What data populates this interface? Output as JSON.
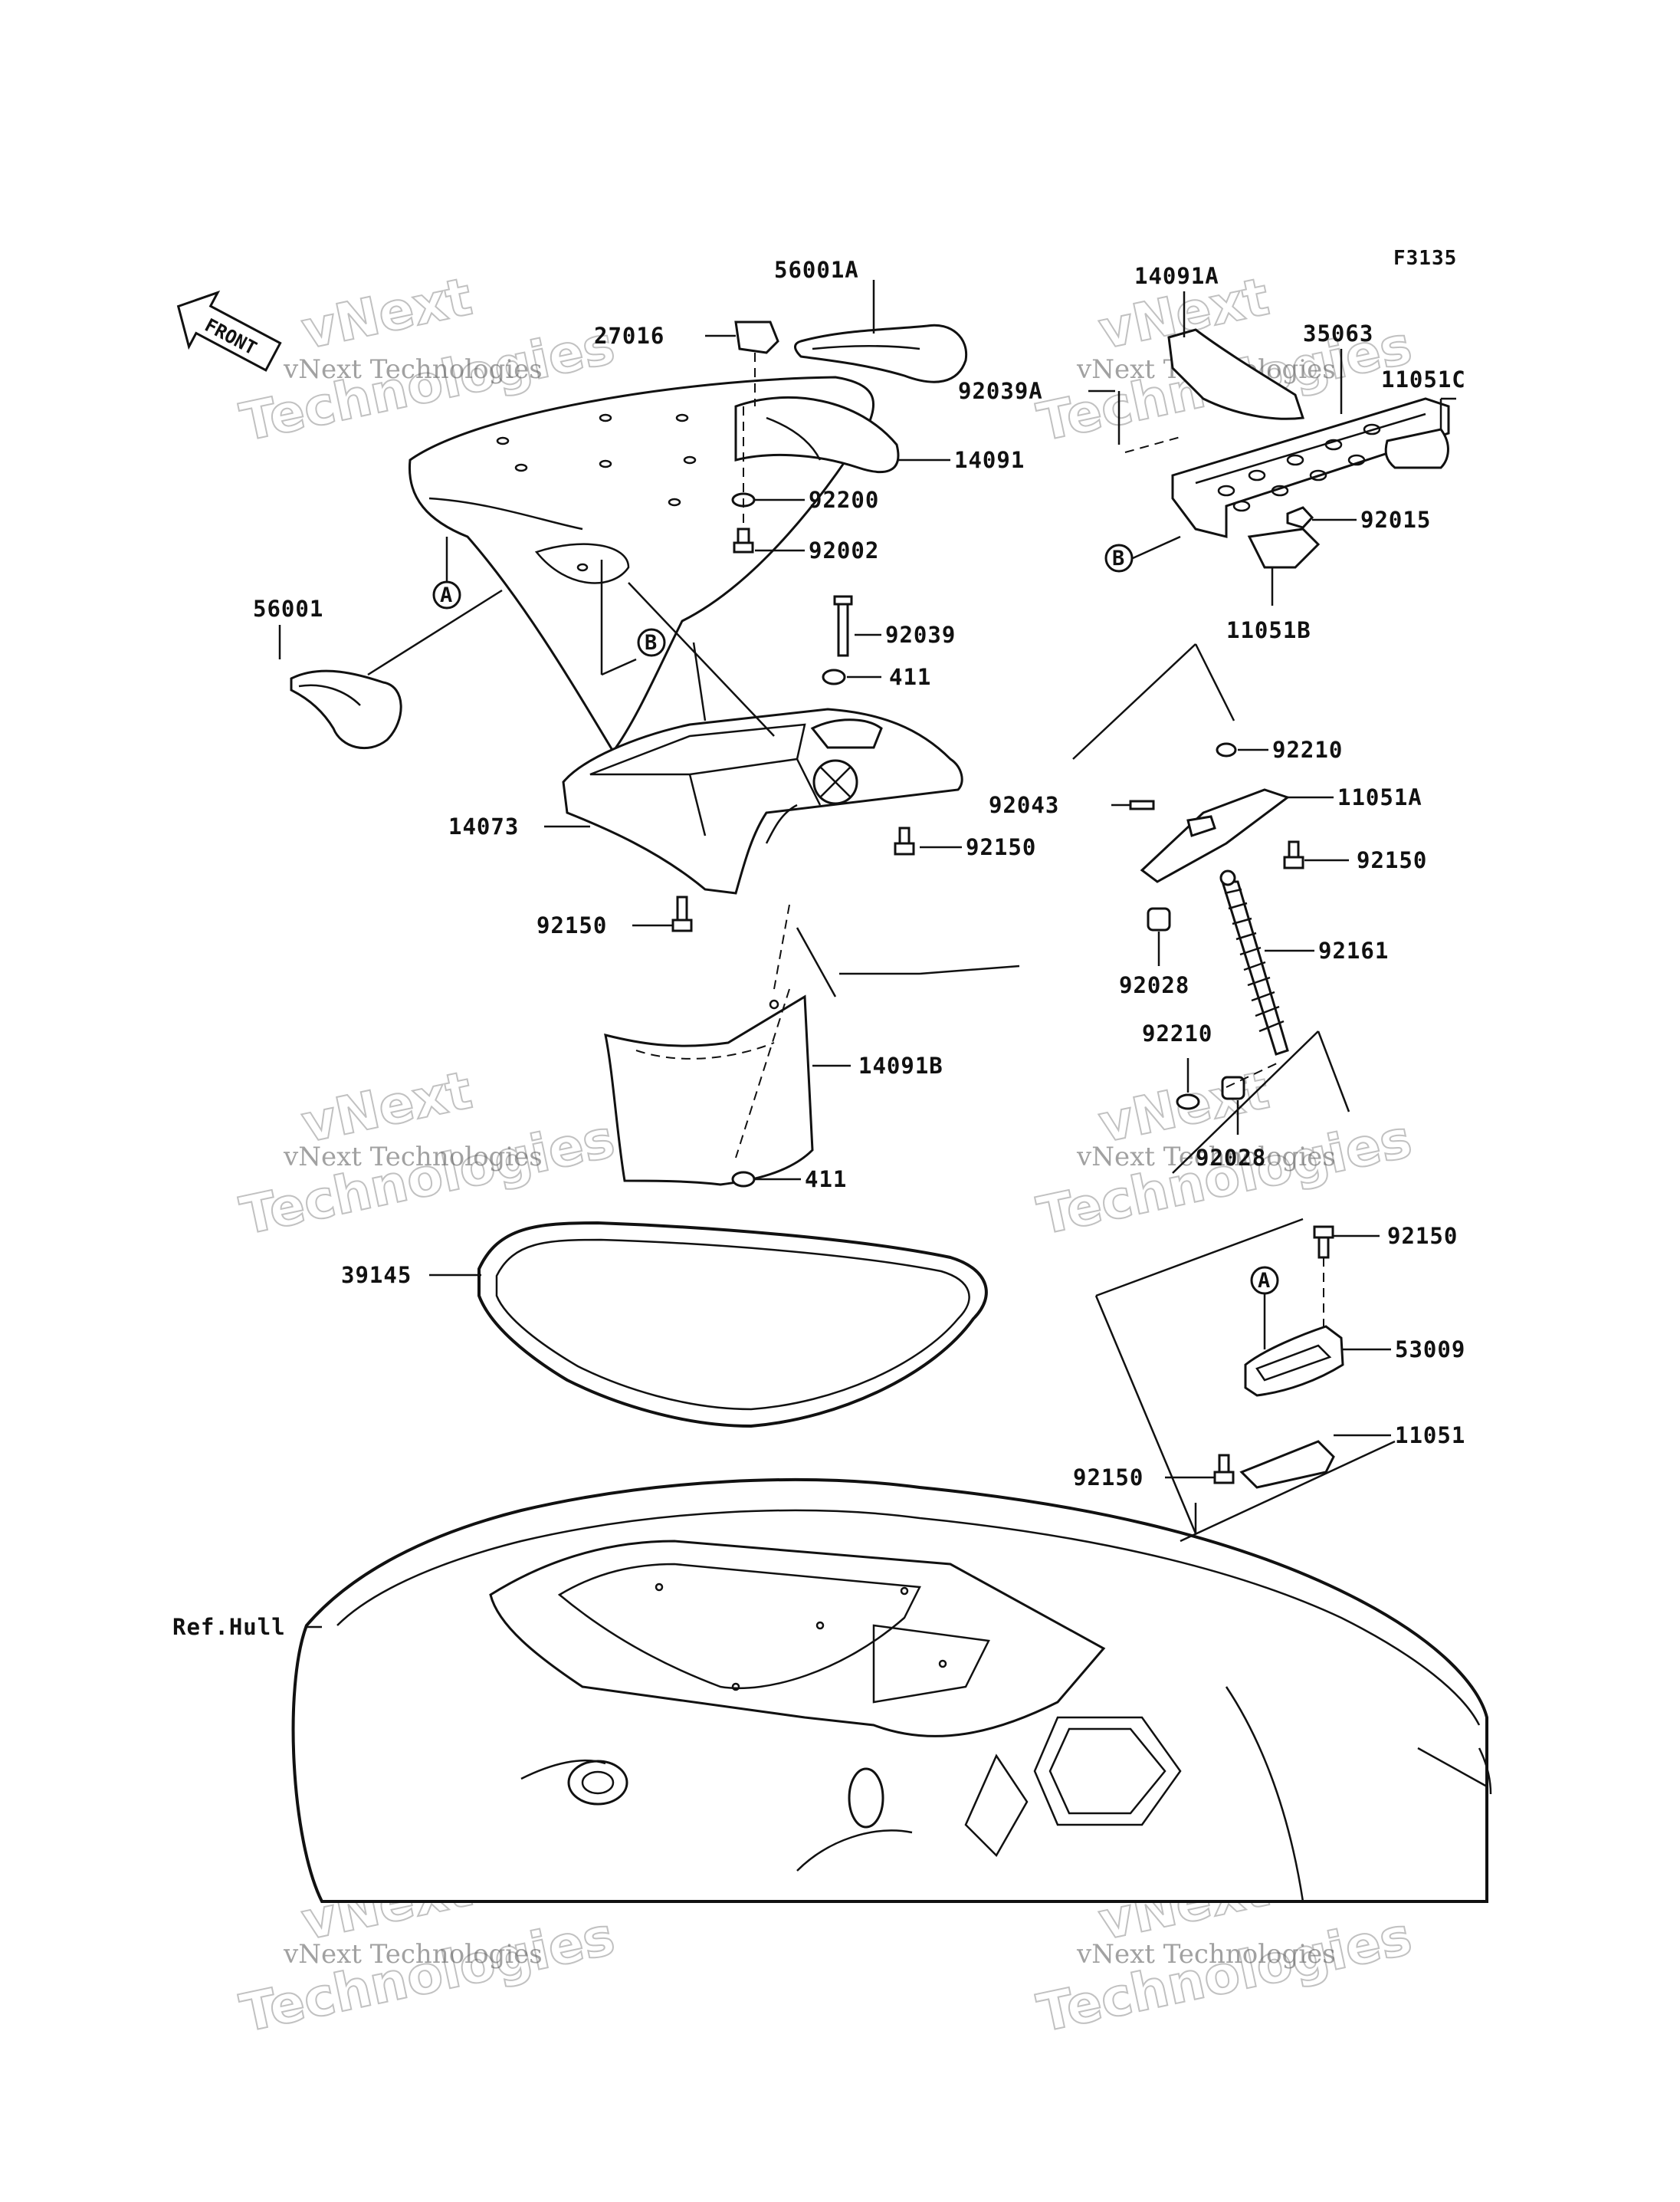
{
  "figure_code": "F3135",
  "front_label": "FRONT",
  "callouts": [
    "A",
    "B"
  ],
  "parts": {
    "p56001A": "56001A",
    "p27016": "27016",
    "p14091": "14091",
    "p92200": "92200",
    "p92002": "92002",
    "p56001": "56001",
    "p92039": "92039",
    "p411a": "411",
    "p14073": "14073",
    "p92150a": "92150",
    "p92150b": "92150",
    "p14091B": "14091B",
    "p411b": "411",
    "p39145": "39145",
    "refhull": "Ref.Hull",
    "p14091A": "14091A",
    "p35063": "35063",
    "p92039A": "92039A",
    "p11051C": "11051C",
    "p92015": "92015",
    "p11051B": "11051B",
    "p92210a": "92210",
    "p92043": "92043",
    "p11051A": "11051A",
    "p92150c": "92150",
    "p92028a": "92028",
    "p92161": "92161",
    "p92210b": "92210",
    "p92028b": "92028",
    "p92150d": "92150",
    "p53009": "53009",
    "p11051": "11051",
    "p92150e": "92150"
  },
  "watermark": {
    "line1": "vNext Technologies",
    "line2": "Technologies",
    "line3": "vNext"
  }
}
